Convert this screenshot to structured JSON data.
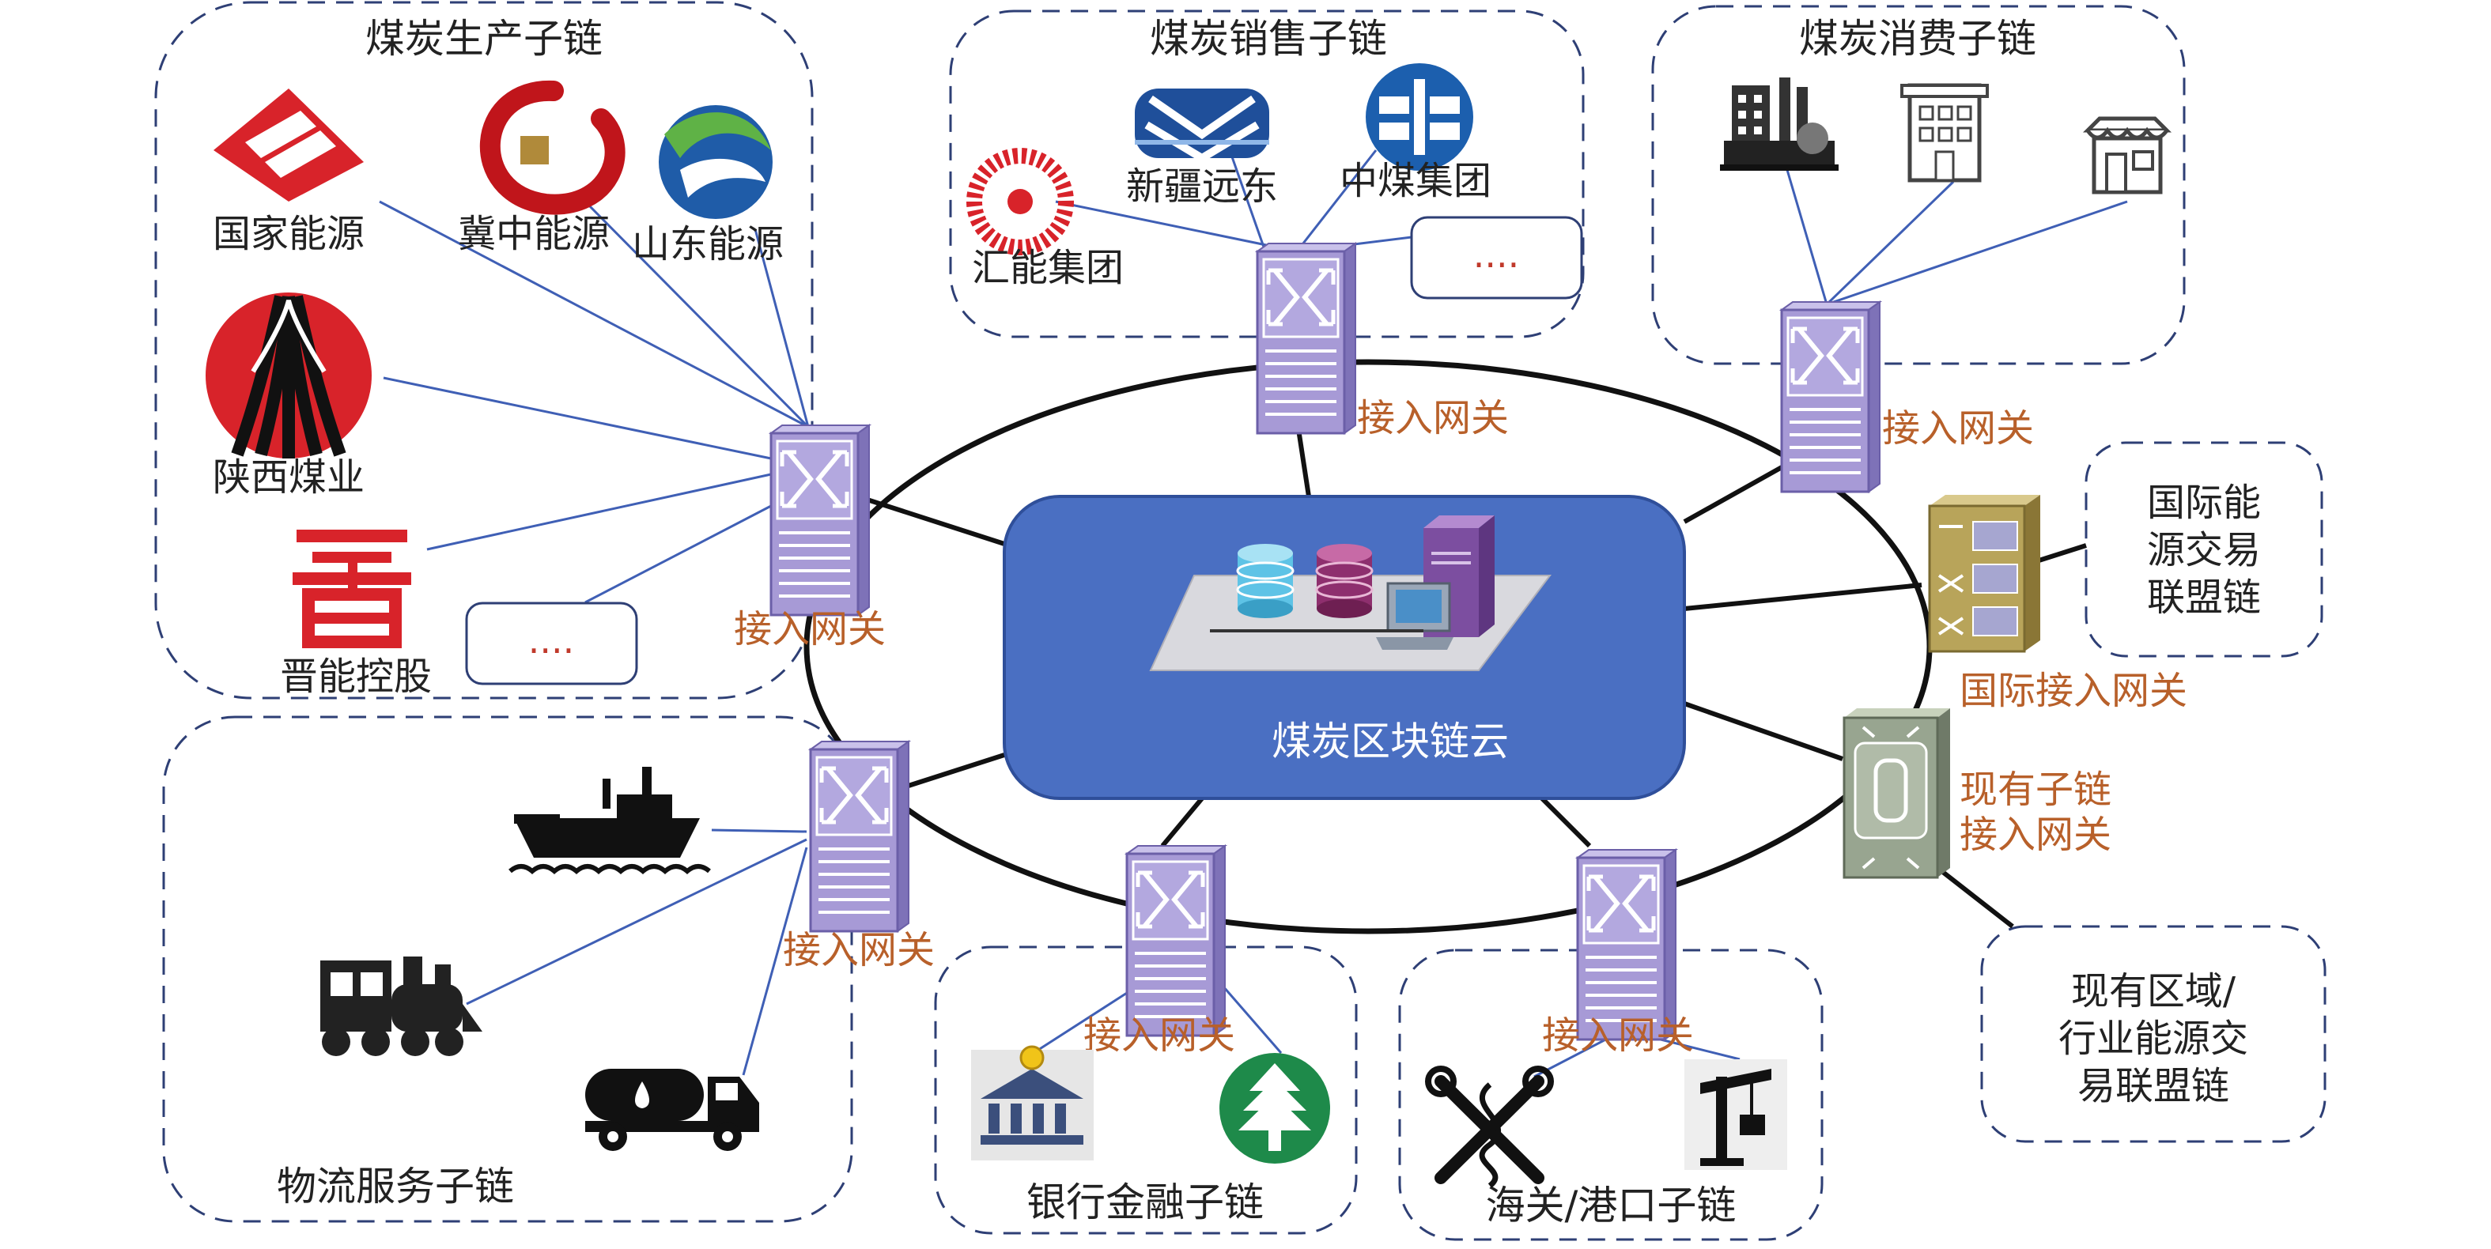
{
  "cloud": {
    "label": "煤炭区块链云"
  },
  "groups": {
    "production": {
      "title": "煤炭生产子链",
      "gateway": "接入网关",
      "members": [
        "国家能源",
        "冀中能源",
        "山东能源",
        "陕西煤业",
        "晋能控股"
      ],
      "more": "...."
    },
    "sales": {
      "title": "煤炭销售子链",
      "gateway": "接入网关",
      "members": [
        "新疆远东",
        "中煤集团",
        "汇能集团"
      ],
      "more": "...."
    },
    "consumption": {
      "title": "煤炭消费子链",
      "gateway": "接入网关"
    },
    "logistics": {
      "title": "物流服务子链",
      "gateway": "接入网关"
    },
    "banking": {
      "title": "银行金融子链",
      "gateway": "接入网关"
    },
    "customs": {
      "title": "海关/港口子链",
      "gateway": "接入网关"
    },
    "international": {
      "lines": [
        "国际能",
        "源交易",
        "联盟链"
      ],
      "gateway": "国际接入网关"
    },
    "existing": {
      "lines": [
        "现有区域/",
        "行业能源交",
        "易联盟链"
      ],
      "gateway_lines": [
        "现有子链",
        "接入网关"
      ]
    }
  },
  "colors": {
    "cloud": "#4a6fc2",
    "switch": "#a79ad6",
    "link": "#3f5fb5",
    "ring": "#111111",
    "gateway_text": "#b8602a"
  }
}
